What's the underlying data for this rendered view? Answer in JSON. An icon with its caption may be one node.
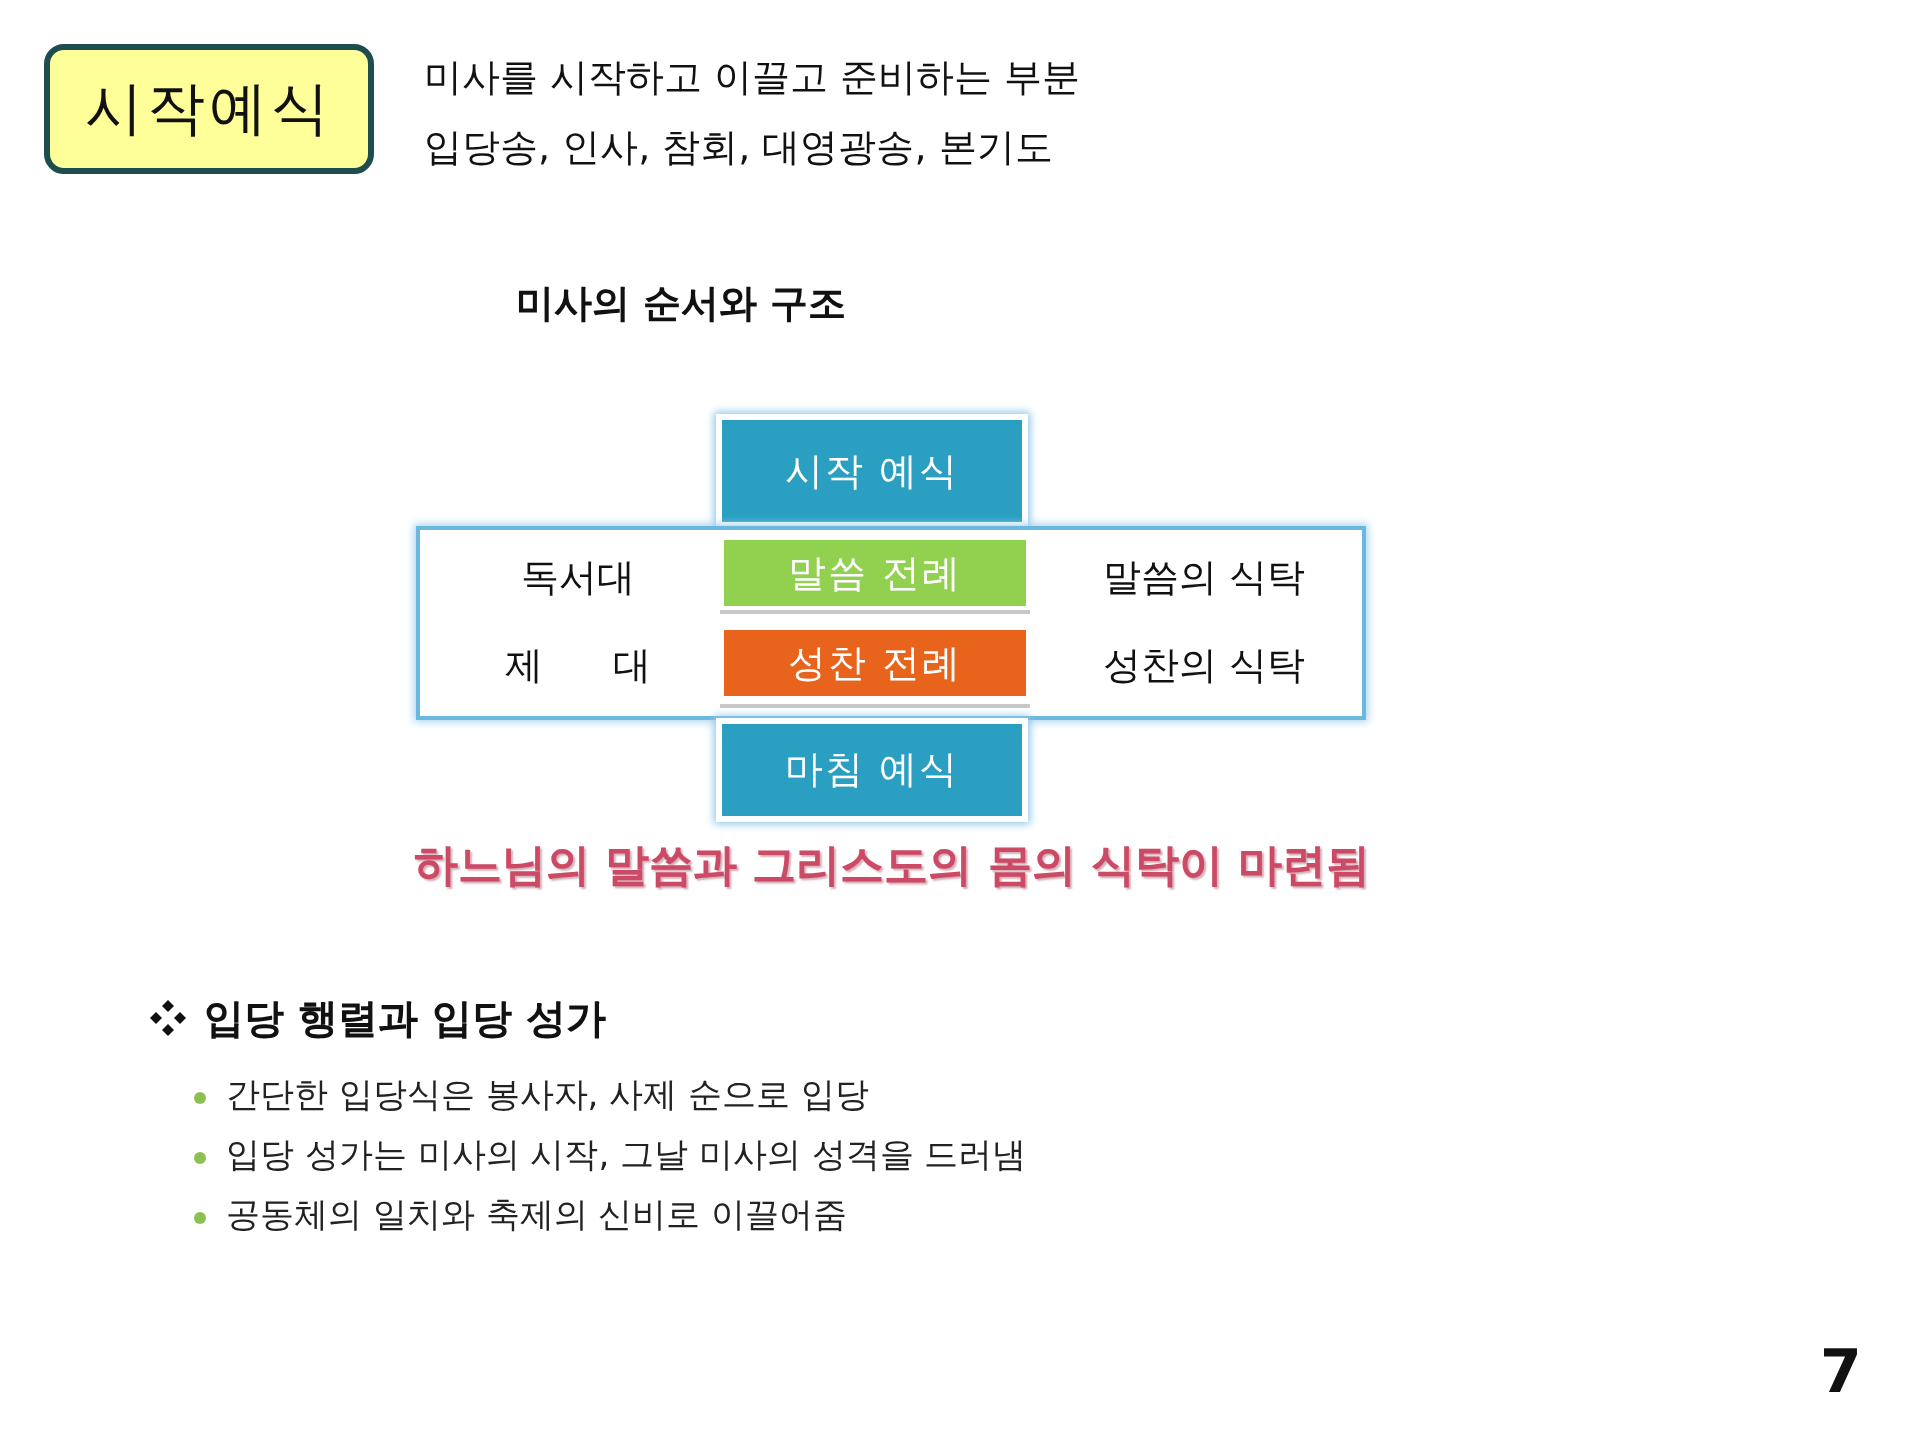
{
  "diagram": {
    "title": "미사의 순서와 구조",
    "caption": "하느님의 말씀과 그리스도의 몸의 식탁이 마련됨",
    "nodes": [
      {
        "text": [
          "시작예식"
        ],
        "beside": [
          "미사를 시작하고 이끌고 준비하는 부분",
          "입당송, 인사, 참회, 대영광송, 본기도"
        ]
      },
      {
        "text": [
          "시작 예식"
        ]
      },
      {
        "text": [
          "독서대",
          "말씀의 식탁",
          "제 대",
          "성찬의 식탁"
        ]
      },
      {
        "text": [
          "말씀 전례"
        ],
        "in": 2
      },
      {
        "text": [
          "성찬 전례"
        ],
        "in": 2
      },
      {
        "text": [
          "마침 예식"
        ]
      }
    ],
    "labels": [
      "입당 행렬과 입당 성가",
      "간단한 입당식은 봉사자, 사제 순으로 입당",
      "입당 성가는 미사의 시작, 그날 미사의 성격을 드러냄",
      "공동체의 일치와 축제의 신비로 이끌어줌",
      "7"
    ]
  }
}
